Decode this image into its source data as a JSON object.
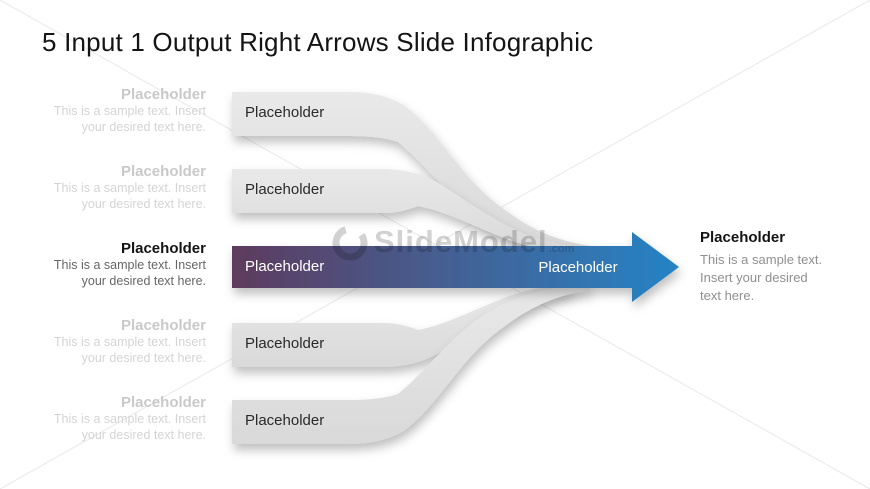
{
  "slide": {
    "title": "5 Input 1 Output Right Arrows Slide Infographic",
    "watermark": {
      "logo_icon": "slidemodel-ring-logo",
      "text": "SlideModel",
      "suffix": ".com"
    },
    "inputs": [
      {
        "heading": "Placeholder",
        "body_line1": "This is a sample text. Insert",
        "body_line2": "your desired text here.",
        "band_label": "Placeholder",
        "state": "inactive"
      },
      {
        "heading": "Placeholder",
        "body_line1": "This is a sample text. Insert",
        "body_line2": "your desired text here.",
        "band_label": "Placeholder",
        "state": "inactive"
      },
      {
        "heading": "Placeholder",
        "body_line1": "This is a sample text. Insert",
        "body_line2": "your desired text here.",
        "band_label": "Placeholder",
        "state": "active"
      },
      {
        "heading": "Placeholder",
        "body_line1": "This is a sample text. Insert",
        "body_line2": "your desired text here.",
        "band_label": "Placeholder",
        "state": "inactive"
      },
      {
        "heading": "Placeholder",
        "body_line1": "This is a sample text. Insert",
        "body_line2": "your desired text here.",
        "band_label": "Placeholder",
        "state": "inactive"
      }
    ],
    "arrow": {
      "start_label": "Placeholder",
      "end_label": "Placeholder"
    },
    "output": {
      "heading": "Placeholder",
      "body_line1": "This is a sample text.",
      "body_line2": "Insert your desired",
      "body_line3": "text here."
    },
    "colors": {
      "title_text": "#141414",
      "inactive_text": "#c9c9c9",
      "active_body_text": "#666666",
      "band_gray_top": "#e9e9e9",
      "band_gray_bottom": "#d9d9d9",
      "band_label_text": "#2a2a2a",
      "gradient_start": "#5e3b5e",
      "gradient_mid": "#436195",
      "gradient_end": "#2583c5",
      "arrow_label_text": "#ffffff",
      "output_body_text": "#8f8f8f",
      "watermark_gray": "#d2d2d2",
      "diagonal_line": "#ececec"
    }
  }
}
